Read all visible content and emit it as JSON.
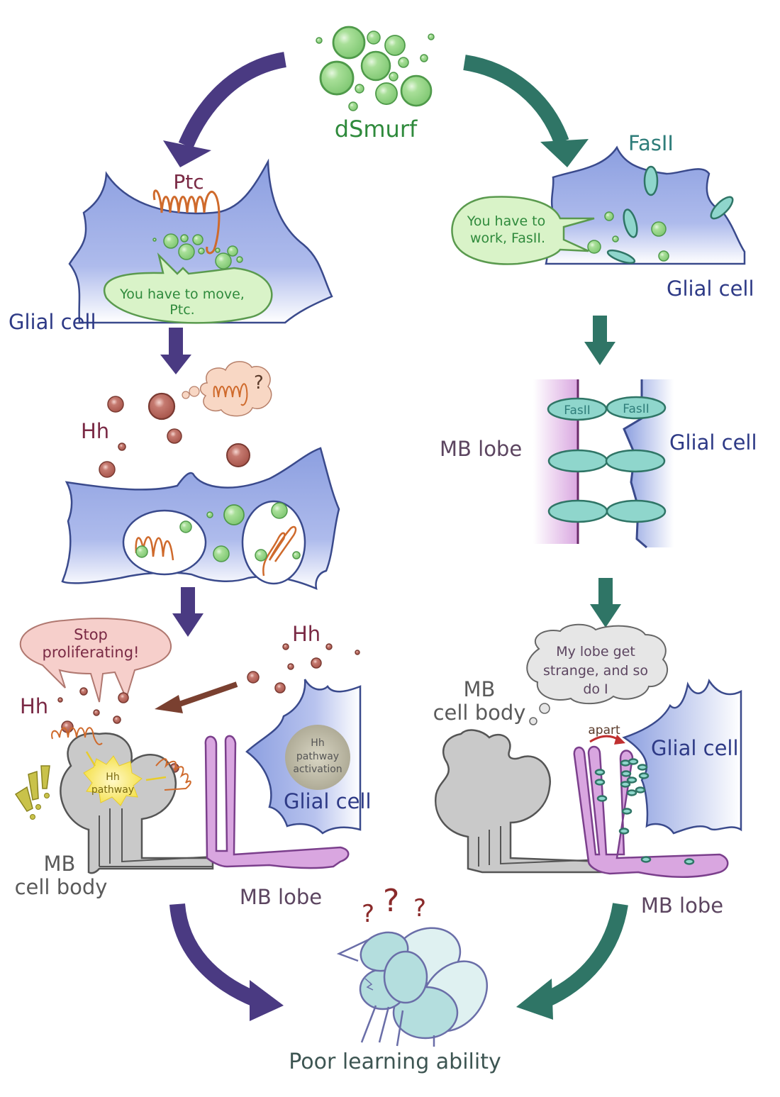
{
  "figure": {
    "colors": {
      "left_arrow": "#4a3a82",
      "right_arrow": "#2f7566",
      "glial_fill": "#9fb0e6",
      "glial_stroke": "#3a4a8c",
      "dsmurf_fill": "#8fd180",
      "dsmurf_stroke": "#4f9a4a",
      "hh_fill": "#b5625a",
      "ptc_stroke": "#cf6a2c",
      "fasii_fill": "#8fd6cc",
      "fasii_stroke": "#2f7566",
      "mb_lobe_fill": "#d9a6e0",
      "mb_lobe_stroke": "#7b3f8c",
      "mb_body_fill": "#c9c9c9",
      "mb_body_stroke": "#555555",
      "fly_fill": "#b4dede",
      "fly_stroke": "#6a6ea8",
      "question_mark": "#8a2a2a"
    },
    "top": {
      "dsmurf_label": "dSmurf"
    },
    "left_branch": {
      "panel1": {
        "ptc_label": "Ptc",
        "speech": [
          "You have to move,",
          "Ptc."
        ],
        "cell_label": "Glial cell"
      },
      "panel2": {
        "hh_label": "Hh",
        "thought_symbol": "?"
      },
      "panel3": {
        "speech": [
          "Stop",
          "proliferating!"
        ],
        "hh_label_left": "Hh",
        "hh_label_right": "Hh",
        "pathway_burst": [
          "Hh",
          "pathway"
        ],
        "activation_circle": [
          "Hh",
          "pathway",
          "activation"
        ],
        "cell_label": "Glial cell",
        "mb_body_label": [
          "MB",
          "cell body"
        ],
        "mb_lobe_label": "MB lobe",
        "exclaim": "!!!"
      }
    },
    "right_branch": {
      "panel1": {
        "fasii_label": "FasII",
        "speech": [
          "You have to",
          "work, FasII."
        ],
        "cell_label": "Glial cell"
      },
      "panel2": {
        "mb_lobe_label": "MB lobe",
        "cell_label": "Glial cell",
        "fasii_pair": [
          "FasII",
          "FasII"
        ]
      },
      "panel3": {
        "thought": [
          "My lobe get",
          "strange, and so",
          "do I"
        ],
        "mb_body_label": [
          "MB",
          "cell body"
        ],
        "apart_label": "apart",
        "cell_label": "Glial cell",
        "mb_lobe_label": "MB lobe"
      }
    },
    "bottom": {
      "outcome_label": "Poor learning ability",
      "question_marks": [
        "?",
        "?",
        "?"
      ]
    }
  }
}
